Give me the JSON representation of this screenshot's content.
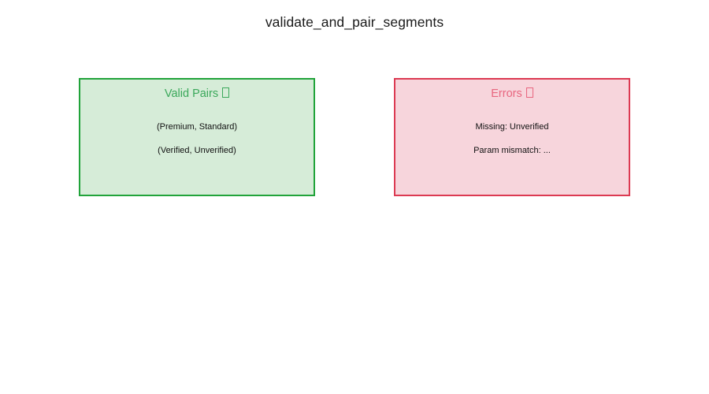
{
  "diagram": {
    "title": "validate_and_pair_segments",
    "background_color": "#ffffff",
    "panels": [
      {
        "id": "valid-pairs",
        "header": "Valid Pairs",
        "header_icon": "missing-glyph-box-icon",
        "header_color": "#3aa85a",
        "border_color": "#21a33a",
        "fill_color": "#d6ecd8",
        "items": [
          "(Premium, Standard)",
          "(Verified, Unverified)"
        ]
      },
      {
        "id": "errors",
        "header": "Errors",
        "header_icon": "missing-glyph-box-icon",
        "header_color": "#e8667f",
        "border_color": "#dc3a52",
        "fill_color": "#f7d5dc",
        "items": [
          "Missing: Unverified",
          "Param mismatch: ..."
        ]
      }
    ]
  }
}
